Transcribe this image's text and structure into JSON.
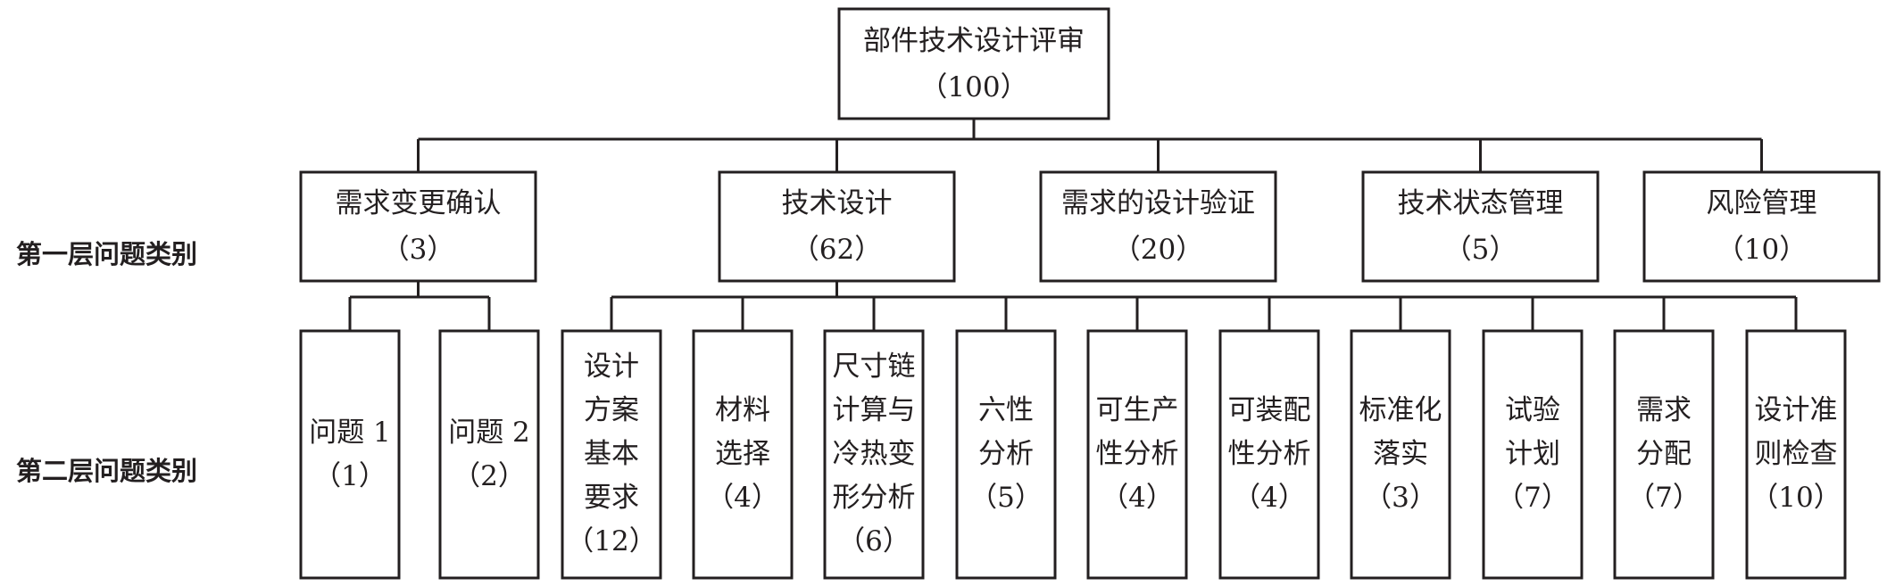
{
  "root": {
    "name": "部件技术设计评审",
    "score": "（100）"
  },
  "layer_labels": {
    "layer1": "第一层问题类别",
    "layer2": "第二层问题类别"
  },
  "layer1": [
    {
      "name": "需求变更确认",
      "score": "（3）"
    },
    {
      "name": "技术设计",
      "score": "（62）"
    },
    {
      "name": "需求的设计验证",
      "score": "（20）"
    },
    {
      "name": "技术状态管理",
      "score": "（5）"
    },
    {
      "name": "风险管理",
      "score": "（10）"
    }
  ],
  "layer2": [
    {
      "name_lines": [
        "问题 1"
      ],
      "score": "（1）",
      "parent": 0
    },
    {
      "name_lines": [
        "问题 2"
      ],
      "score": "（2）",
      "parent": 0
    },
    {
      "name_lines": [
        "设计",
        "方案",
        "基本",
        "要求"
      ],
      "score": "（12）",
      "parent": 1
    },
    {
      "name_lines": [
        "材料",
        "选择"
      ],
      "score": "（4）",
      "parent": 1
    },
    {
      "name_lines": [
        "尺寸链",
        "计算与",
        "冷热变",
        "形分析"
      ],
      "score": "（6）",
      "parent": 1
    },
    {
      "name_lines": [
        "六性",
        "分析"
      ],
      "score": "（5）",
      "parent": 1
    },
    {
      "name_lines": [
        "可生产",
        "性分析"
      ],
      "score": "（4）",
      "parent": 1
    },
    {
      "name_lines": [
        "可装配",
        "性分析"
      ],
      "score": "（4）",
      "parent": 1
    },
    {
      "name_lines": [
        "标准化",
        "落实"
      ],
      "score": "（3）",
      "parent": 1
    },
    {
      "name_lines": [
        "试验",
        "计划"
      ],
      "score": "（7）",
      "parent": 1
    },
    {
      "name_lines": [
        "需求",
        "分配"
      ],
      "score": "（7）",
      "parent": 1
    },
    {
      "name_lines": [
        "设计准",
        "则检查"
      ],
      "score": "（10）",
      "parent": 1
    }
  ]
}
